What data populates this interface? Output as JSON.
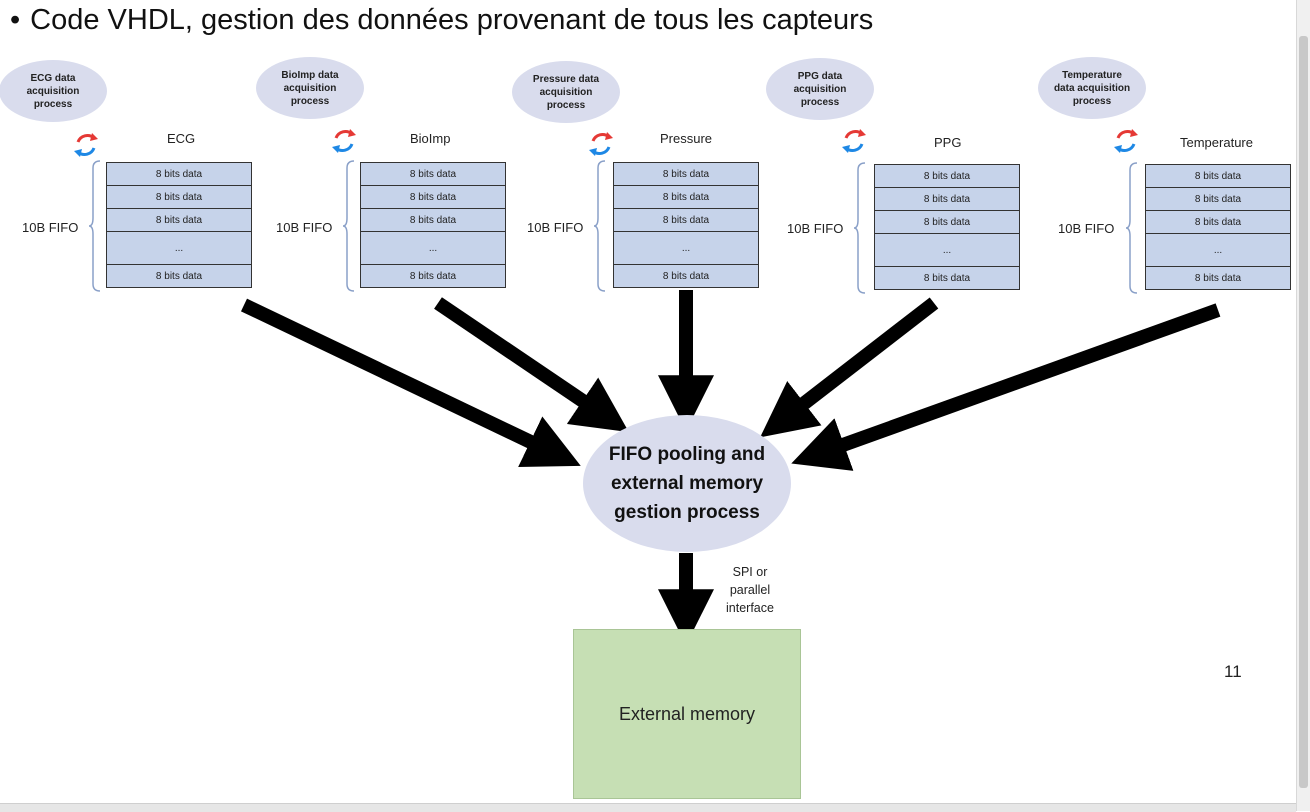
{
  "title": "Code VHDL, gestion des données provenant de tous les capteurs",
  "bullet": "•",
  "sensors": [
    {
      "name": "ECG",
      "process": "ECG data\nacquisition\nprocess",
      "fifo_label": "10B FIFO"
    },
    {
      "name": "BioImp",
      "process": "BioImp data\nacquisition\nprocess",
      "fifo_label": "10B FIFO"
    },
    {
      "name": "Pressure",
      "process": "Pressure data\nacquisition\nprocess",
      "fifo_label": "10B FIFO"
    },
    {
      "name": "PPG",
      "process": "PPG data\nacquisition\nprocess",
      "fifo_label": "10B FIFO"
    },
    {
      "name": "Temperature",
      "process": "Temperature\ndata acquisition\nprocess",
      "fifo_label": "10B FIFO"
    }
  ],
  "fifo_cells": [
    "8 bits data",
    "8 bits data",
    "8 bits data",
    "...",
    "8 bits data"
  ],
  "pool_label": "FIFO pooling and external memory gestion process",
  "interface_label": "SPI or parallel interface",
  "external_memory": "External memory",
  "page_number": "11",
  "colors": {
    "bubble": "#d9dced",
    "fifo": "#c6d3ea",
    "memory": "#c6dfb4",
    "arrow": "#000000",
    "sync_red": "#e53935",
    "sync_blue": "#1e88e5"
  }
}
